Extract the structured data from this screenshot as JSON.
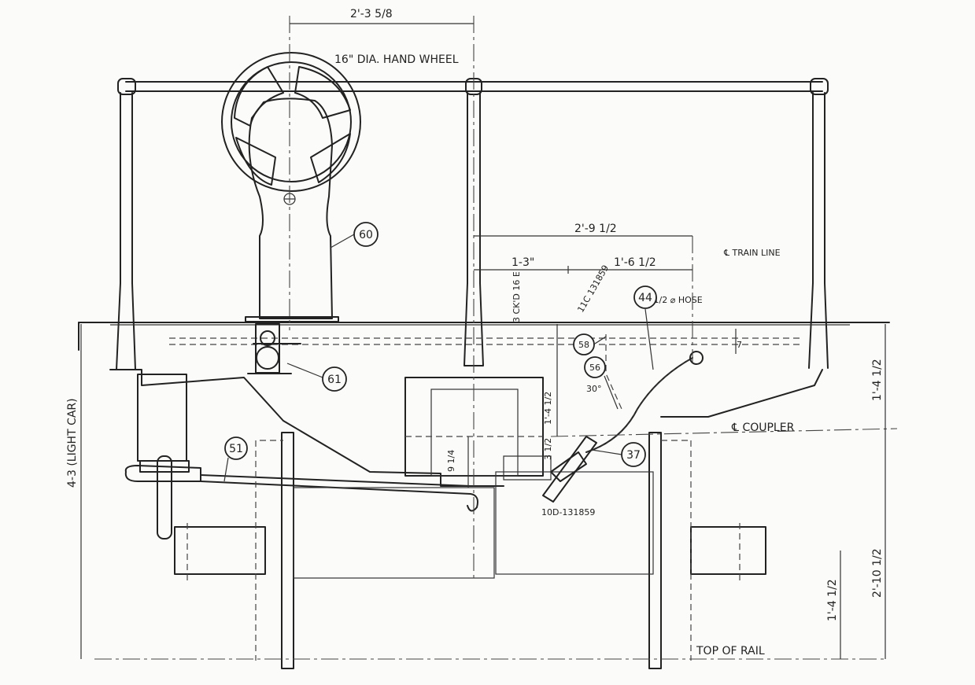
{
  "dimensions": {
    "top_width": "2'-3 5/8",
    "hose_offset": "2'-9 1/2",
    "left_part": "1-3\"",
    "right_part": "1'-6 1/2",
    "coupler_height": "1'-4 1/2",
    "total_height": "4-3 (LIGHT CAR)",
    "frame_height": "2'-10 1/2",
    "axle_height": "1'-4 1/2",
    "small_drop": "9 1/4",
    "offset_small": "3 1/2",
    "center_offset": "3 CK'D 16 E",
    "hose_dim": "7",
    "angle": "30°"
  },
  "labels": {
    "hand_wheel": "16\" DIA. HAND WHEEL",
    "train_line": "℄ TRAIN LINE",
    "coupler": "℄ COUPLER",
    "top_of_rail": "TOP OF RAIL",
    "hose": "1 1/2 ⌀ HOSE",
    "drawing_ref_1": "11C 131859",
    "drawing_ref_2": "10D-131859"
  },
  "callouts": [
    "60",
    "61",
    "51",
    "58",
    "56",
    "44",
    "37"
  ]
}
